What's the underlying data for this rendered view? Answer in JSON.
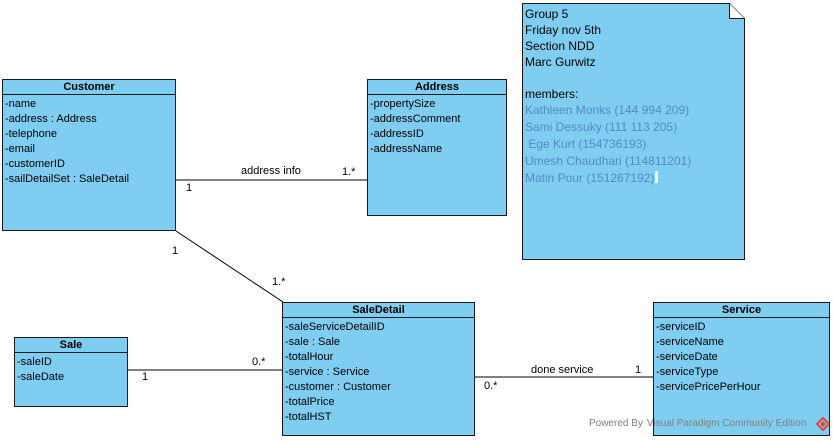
{
  "classes": {
    "customer": {
      "name": "Customer",
      "attributes": [
        "-name",
        "-address : Address",
        "-telephone",
        "-email",
        "-customerID",
        "-sailDetailSet : SaleDetail"
      ]
    },
    "address": {
      "name": "Address",
      "attributes": [
        "-propertySize",
        "-addressComment",
        "-addressID",
        "-addressName"
      ]
    },
    "sale": {
      "name": "Sale",
      "attributes": [
        "-saleID",
        "-saleDate"
      ]
    },
    "saleDetail": {
      "name": "SaleDetail",
      "attributes": [
        "-saleServiceDetailID",
        "-sale : Sale",
        "-totalHour",
        "-service : Service",
        "-customer : Customer",
        "-totalPrice",
        "-totalHST"
      ]
    },
    "service": {
      "name": "Service",
      "attributes": [
        "-serviceID",
        "-serviceName",
        "-serviceDate",
        "-serviceType",
        "-servicePricePerHour"
      ]
    }
  },
  "associations": {
    "customer_address": {
      "label": "address info",
      "end_customer": "1",
      "end_address": "1.*"
    },
    "customer_saledetail": {
      "end_customer": "1",
      "end_saledetail": "1.*"
    },
    "sale_saledetail": {
      "end_sale": "1",
      "end_saledetail": "0.*"
    },
    "saledetail_service": {
      "label": "done service",
      "end_saledetail": "0.*",
      "end_service": "1"
    }
  },
  "note": {
    "lines": [
      "Group 5",
      "Friday nov 5th",
      "Section NDD",
      "Marc Gurwitz"
    ],
    "members_heading": "members:",
    "members": [
      "Kathleen Monks (144 994 209)",
      "Sami Dessuky (111 113 205)",
      " Ege Kurt (154736193)",
      "Umesh Chaudhari (114811201)",
      "Matin Pour (151267192)"
    ]
  },
  "watermark": {
    "prefix": "Powered By",
    "brand": "Visual Paradigm Community Edition"
  },
  "colors": {
    "class_fill": "#7fcdf0",
    "note_fill": "#7fcdf0",
    "border": "#1a1a1a",
    "member_text": "#4a7fbf",
    "logo": "#e0443a"
  }
}
